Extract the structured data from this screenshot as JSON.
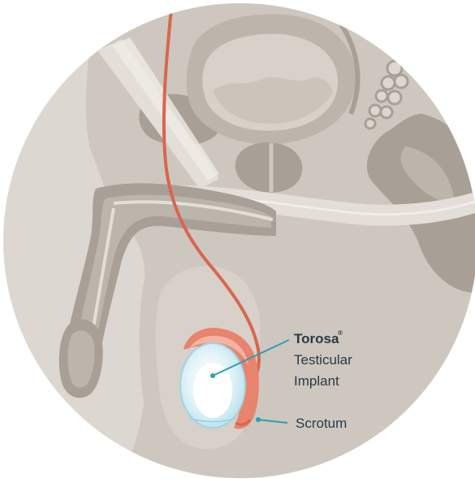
{
  "labels": {
    "implant": {
      "brand": "Torosa",
      "registered": "®",
      "line2": "Testicular",
      "line3": "Implant"
    },
    "scrotum": "Scrotum"
  },
  "colors": {
    "background_circle": "#dcd7d0",
    "tissue_dark": "#a8a096",
    "tissue_mid": "#bcb5ac",
    "tissue_light": "#cdc7bf",
    "muscle_band": "#c4bdb4",
    "inner_line": "#8f877d",
    "vas_deferens": "#d9664f",
    "epididymis": "#e8836d",
    "epididymis_light": "#f3b3a3",
    "implant_shell": "#cfeaf3",
    "implant_core": "#ffffff",
    "leader_line": "#2a9fb8",
    "text": "#2b3a44"
  }
}
